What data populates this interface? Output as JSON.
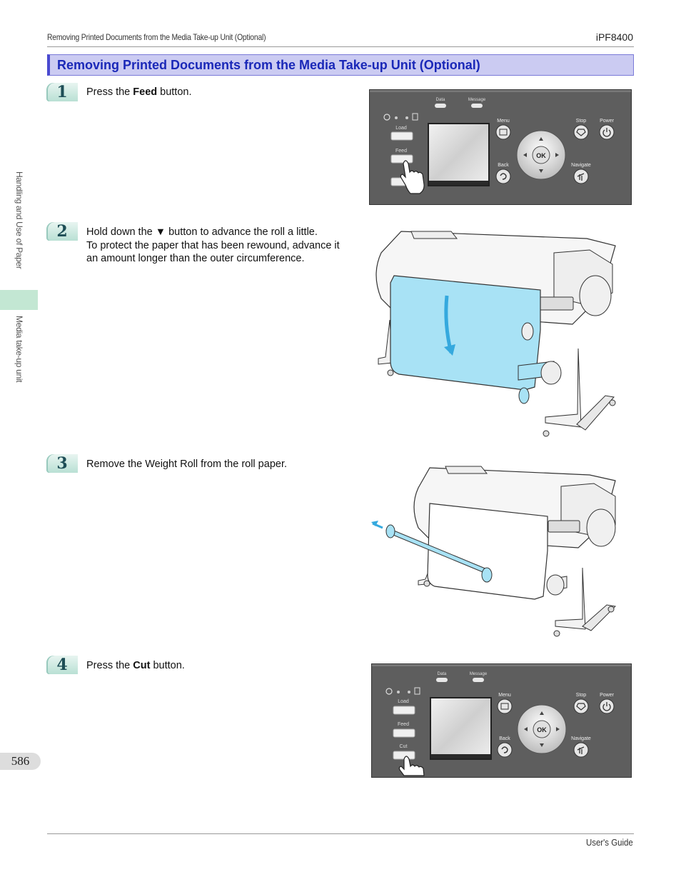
{
  "header": {
    "section": "Removing Printed Documents from the Media Take-up Unit (Optional)",
    "model": "iPF8400"
  },
  "title": "Removing Printed Documents from the Media Take-up Unit (Optional)",
  "side_tabs": {
    "chapter": "Handling and Use of Paper",
    "section": "Media take-up unit"
  },
  "steps": [
    {
      "number": "1",
      "before": "Press the ",
      "bold": "Feed",
      "after": " button."
    },
    {
      "number": "2",
      "line1": "Hold down the ▼ button to advance the roll a little.",
      "line2": "To protect the paper that has been rewound, advance it",
      "line3": "an amount longer than the outer circumference."
    },
    {
      "number": "3",
      "text": "Remove the Weight Roll from the roll paper."
    },
    {
      "number": "4",
      "before": "Press the ",
      "bold": "Cut",
      "after": " button."
    }
  ],
  "panel": {
    "data": "Data",
    "message": "Message",
    "load": "Load",
    "feed": "Feed",
    "cut": "Cut",
    "menu": "Menu",
    "back": "Back",
    "stop": "Stop",
    "power": "Power",
    "navigate": "Navigate",
    "ok": "OK"
  },
  "page_number": "586",
  "footer": "User's Guide",
  "colors": {
    "title_bg": "#cbcbf2",
    "title_text": "#1a28b8",
    "step_badge": "#b9e0d4",
    "side_green": "#c3e7d3",
    "panel_bg": "#5e5e5e",
    "paper_blue": "#a8e2f5",
    "arrow_blue": "#35a9de"
  }
}
